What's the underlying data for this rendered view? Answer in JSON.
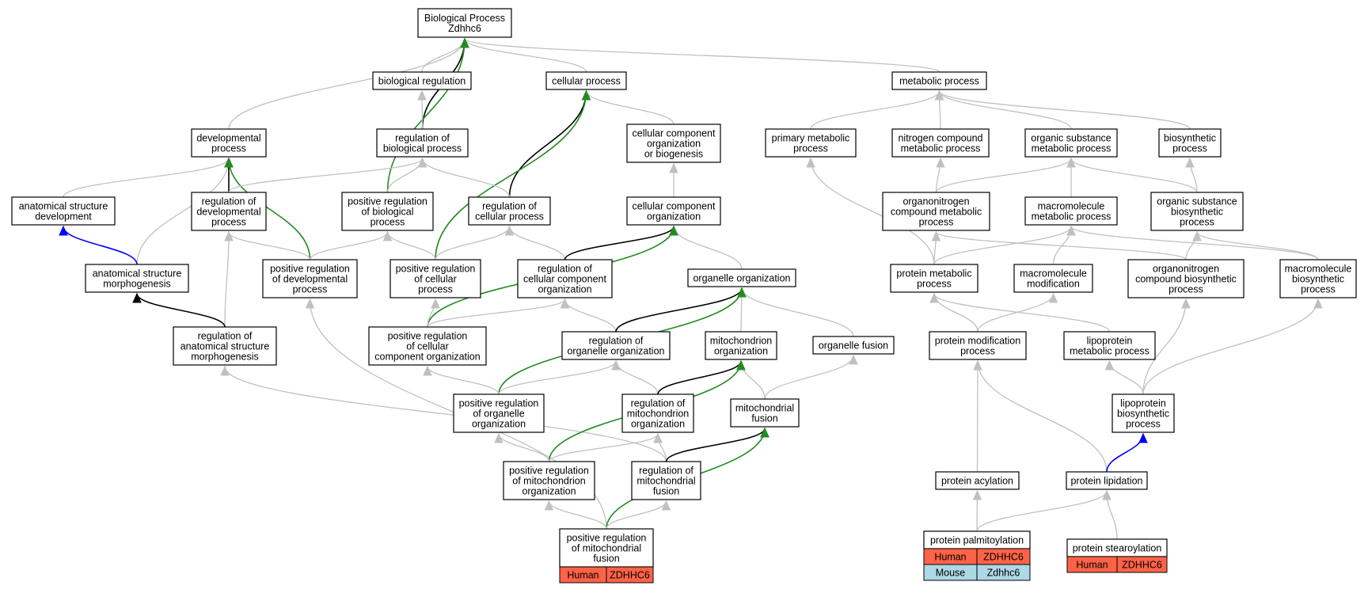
{
  "graph": {
    "colors": {
      "node_border": "#000000",
      "edge_default": "#c0c0c0",
      "edge_black": "#000000",
      "edge_green": "#228b22",
      "edge_blue": "#0000ff",
      "human_cell": "#ff6347",
      "mouse_cell": "#add8e6"
    },
    "nodes": [
      {
        "id": "bp_root",
        "lines": [
          "Biological Process",
          "Zdhhc6"
        ]
      },
      {
        "id": "biological_regulation",
        "lines": [
          "biological regulation"
        ]
      },
      {
        "id": "cellular_process",
        "lines": [
          "cellular process"
        ]
      },
      {
        "id": "metabolic_process",
        "lines": [
          "metabolic process"
        ]
      },
      {
        "id": "developmental_process",
        "lines": [
          "developmental",
          "process"
        ]
      },
      {
        "id": "regulation_of_biological_process",
        "lines": [
          "regulation of",
          "biological process"
        ]
      },
      {
        "id": "cellular_component_organization_or_biogenesis",
        "lines": [
          "cellular component",
          "organization",
          "or biogenesis"
        ]
      },
      {
        "id": "primary_metabolic_process",
        "lines": [
          "primary metabolic",
          "process"
        ]
      },
      {
        "id": "nitrogen_compound_metabolic_process",
        "lines": [
          "nitrogen compound",
          "metabolic process"
        ]
      },
      {
        "id": "organic_substance_metabolic_process",
        "lines": [
          "organic substance",
          "metabolic process"
        ]
      },
      {
        "id": "biosynthetic_process",
        "lines": [
          "biosynthetic",
          "process"
        ]
      },
      {
        "id": "anatomical_structure_development",
        "lines": [
          "anatomical structure",
          "development"
        ]
      },
      {
        "id": "regulation_of_developmental_process",
        "lines": [
          "regulation of",
          "developmental",
          "process"
        ]
      },
      {
        "id": "positive_regulation_of_biological_process",
        "lines": [
          "positive regulation",
          "of biological",
          "process"
        ]
      },
      {
        "id": "regulation_of_cellular_process",
        "lines": [
          "regulation of",
          "cellular process"
        ]
      },
      {
        "id": "cellular_component_organization",
        "lines": [
          "cellular component",
          "organization"
        ]
      },
      {
        "id": "organonitrogen_compound_metabolic_process",
        "lines": [
          "organonitrogen",
          "compound metabolic",
          "process"
        ]
      },
      {
        "id": "macromolecule_metabolic_process",
        "lines": [
          "macromolecule",
          "metabolic process"
        ]
      },
      {
        "id": "organic_substance_biosynthetic_process",
        "lines": [
          "organic substance",
          "biosynthetic",
          "process"
        ]
      },
      {
        "id": "anatomical_structure_morphogenesis",
        "lines": [
          "anatomical structure",
          "morphogenesis"
        ]
      },
      {
        "id": "positive_regulation_of_developmental_process",
        "lines": [
          "positive regulation",
          "of developmental",
          "process"
        ]
      },
      {
        "id": "positive_regulation_of_cellular_process",
        "lines": [
          "positive regulation",
          "of cellular",
          "process"
        ]
      },
      {
        "id": "regulation_of_cellular_component_organization",
        "lines": [
          "regulation of",
          "cellular component",
          "organization"
        ]
      },
      {
        "id": "organelle_organization",
        "lines": [
          "organelle organization"
        ]
      },
      {
        "id": "protein_metabolic_process",
        "lines": [
          "protein metabolic",
          "process"
        ]
      },
      {
        "id": "macromolecule_modification",
        "lines": [
          "macromolecule",
          "modification"
        ]
      },
      {
        "id": "organonitrogen_compound_biosynthetic_process",
        "lines": [
          "organonitrogen",
          "compound biosynthetic",
          "process"
        ]
      },
      {
        "id": "macromolecule_biosynthetic_process",
        "lines": [
          "macromolecule",
          "biosynthetic",
          "process"
        ]
      },
      {
        "id": "regulation_of_anatomical_structure_morphogenesis",
        "lines": [
          "regulation of",
          "anatomical structure",
          "morphogenesis"
        ]
      },
      {
        "id": "positive_regulation_of_cellular_component_organization",
        "lines": [
          "positive regulation",
          "of cellular",
          "component organization"
        ]
      },
      {
        "id": "regulation_of_organelle_organization",
        "lines": [
          "regulation of",
          "organelle organization"
        ]
      },
      {
        "id": "mitochondrion_organization",
        "lines": [
          "mitochondrion",
          "organization"
        ]
      },
      {
        "id": "organelle_fusion",
        "lines": [
          "organelle fusion"
        ]
      },
      {
        "id": "protein_modification_process",
        "lines": [
          "protein modification",
          "process"
        ]
      },
      {
        "id": "lipoprotein_metabolic_process",
        "lines": [
          "lipoprotein",
          "metabolic process"
        ]
      },
      {
        "id": "positive_regulation_of_organelle_organization",
        "lines": [
          "positive regulation",
          "of organelle",
          "organization"
        ]
      },
      {
        "id": "regulation_of_mitochondrion_organization",
        "lines": [
          "regulation of",
          "mitochondrion",
          "organization"
        ]
      },
      {
        "id": "mitochondrial_fusion",
        "lines": [
          "mitochondrial",
          "fusion"
        ]
      },
      {
        "id": "lipoprotein_biosynthetic_process",
        "lines": [
          "lipoprotein",
          "biosynthetic",
          "process"
        ]
      },
      {
        "id": "positive_regulation_of_mitochondrion_organization",
        "lines": [
          "positive regulation",
          "of mitochondrion",
          "organization"
        ]
      },
      {
        "id": "regulation_of_mitochondrial_fusion",
        "lines": [
          "regulation of",
          "mitochondrial",
          "fusion"
        ]
      },
      {
        "id": "protein_acylation",
        "lines": [
          "protein acylation"
        ]
      },
      {
        "id": "protein_lipidation",
        "lines": [
          "protein lipidation"
        ]
      },
      {
        "id": "positive_regulation_of_mitochondrial_fusion",
        "lines": [
          "positive regulation",
          "of mitochondrial",
          "fusion"
        ],
        "annotations": [
          [
            "Human",
            "ZDHHC6"
          ]
        ]
      },
      {
        "id": "protein_palmitoylation",
        "lines": [
          "protein palmitoylation"
        ],
        "annotations": [
          [
            "Human",
            "ZDHHC6"
          ],
          [
            "Mouse",
            "Zdhhc6"
          ]
        ]
      },
      {
        "id": "protein_stearoylation",
        "lines": [
          "protein stearoylation"
        ],
        "annotations": [
          [
            "Human",
            "ZDHHC6"
          ]
        ]
      }
    ],
    "edges": [
      {
        "from": "biological_regulation",
        "to": "bp_root",
        "color": "gray"
      },
      {
        "from": "cellular_process",
        "to": "bp_root",
        "color": "gray"
      },
      {
        "from": "metabolic_process",
        "to": "bp_root",
        "color": "gray"
      },
      {
        "from": "developmental_process",
        "to": "bp_root",
        "color": "gray"
      },
      {
        "from": "regulation_of_biological_process",
        "to": "bp_root",
        "color": "black"
      },
      {
        "from": "positive_regulation_of_biological_process",
        "to": "bp_root",
        "color": "green"
      },
      {
        "from": "regulation_of_biological_process",
        "to": "biological_regulation",
        "color": "gray"
      },
      {
        "from": "cellular_component_organization_or_biogenesis",
        "to": "cellular_process",
        "color": "gray"
      },
      {
        "from": "regulation_of_cellular_process",
        "to": "cellular_process",
        "color": "black"
      },
      {
        "from": "positive_regulation_of_cellular_process",
        "to": "cellular_process",
        "color": "green"
      },
      {
        "from": "primary_metabolic_process",
        "to": "metabolic_process",
        "color": "gray"
      },
      {
        "from": "nitrogen_compound_metabolic_process",
        "to": "metabolic_process",
        "color": "gray"
      },
      {
        "from": "organic_substance_metabolic_process",
        "to": "metabolic_process",
        "color": "gray"
      },
      {
        "from": "biosynthetic_process",
        "to": "metabolic_process",
        "color": "gray"
      },
      {
        "from": "anatomical_structure_development",
        "to": "developmental_process",
        "color": "gray"
      },
      {
        "from": "anatomical_structure_morphogenesis",
        "to": "developmental_process",
        "color": "gray"
      },
      {
        "from": "regulation_of_developmental_process",
        "to": "developmental_process",
        "color": "black"
      },
      {
        "from": "positive_regulation_of_developmental_process",
        "to": "developmental_process",
        "color": "green"
      },
      {
        "from": "regulation_of_developmental_process",
        "to": "regulation_of_biological_process",
        "color": "gray"
      },
      {
        "from": "positive_regulation_of_biological_process",
        "to": "regulation_of_biological_process",
        "color": "gray"
      },
      {
        "from": "regulation_of_cellular_process",
        "to": "regulation_of_biological_process",
        "color": "gray"
      },
      {
        "from": "cellular_component_organization",
        "to": "cellular_component_organization_or_biogenesis",
        "color": "gray"
      },
      {
        "from": "protein_metabolic_process",
        "to": "primary_metabolic_process",
        "color": "gray"
      },
      {
        "from": "organonitrogen_compound_metabolic_process",
        "to": "nitrogen_compound_metabolic_process",
        "color": "gray"
      },
      {
        "from": "organonitrogen_compound_metabolic_process",
        "to": "organic_substance_metabolic_process",
        "color": "gray"
      },
      {
        "from": "macromolecule_metabolic_process",
        "to": "organic_substance_metabolic_process",
        "color": "gray"
      },
      {
        "from": "organic_substance_biosynthetic_process",
        "to": "organic_substance_metabolic_process",
        "color": "gray"
      },
      {
        "from": "organic_substance_biosynthetic_process",
        "to": "biosynthetic_process",
        "color": "gray"
      },
      {
        "from": "anatomical_structure_morphogenesis",
        "to": "anatomical_structure_development",
        "color": "blue"
      },
      {
        "from": "regulation_of_anatomical_structure_morphogenesis",
        "to": "regulation_of_developmental_process",
        "color": "gray"
      },
      {
        "from": "positive_regulation_of_developmental_process",
        "to": "regulation_of_developmental_process",
        "color": "gray"
      },
      {
        "from": "positive_regulation_of_developmental_process",
        "to": "positive_regulation_of_biological_process",
        "color": "gray"
      },
      {
        "from": "positive_regulation_of_cellular_process",
        "to": "positive_regulation_of_biological_process",
        "color": "gray"
      },
      {
        "from": "positive_regulation_of_cellular_process",
        "to": "regulation_of_cellular_process",
        "color": "gray"
      },
      {
        "from": "regulation_of_cellular_component_organization",
        "to": "regulation_of_cellular_process",
        "color": "gray"
      },
      {
        "from": "regulation_of_cellular_component_organization",
        "to": "cellular_component_organization",
        "color": "black"
      },
      {
        "from": "organelle_organization",
        "to": "cellular_component_organization",
        "color": "gray"
      },
      {
        "from": "positive_regulation_of_cellular_component_organization",
        "to": "cellular_component_organization",
        "color": "green"
      },
      {
        "from": "protein_metabolic_process",
        "to": "organonitrogen_compound_metabolic_process",
        "color": "gray"
      },
      {
        "from": "protein_metabolic_process",
        "to": "macromolecule_metabolic_process",
        "color": "gray"
      },
      {
        "from": "macromolecule_modification",
        "to": "macromolecule_metabolic_process",
        "color": "gray"
      },
      {
        "from": "organonitrogen_compound_biosynthetic_process",
        "to": "organonitrogen_compound_metabolic_process",
        "color": "gray"
      },
      {
        "from": "macromolecule_biosynthetic_process",
        "to": "macromolecule_metabolic_process",
        "color": "gray"
      },
      {
        "from": "organonitrogen_compound_biosynthetic_process",
        "to": "organic_substance_biosynthetic_process",
        "color": "gray"
      },
      {
        "from": "macromolecule_biosynthetic_process",
        "to": "organic_substance_biosynthetic_process",
        "color": "gray"
      },
      {
        "from": "regulation_of_anatomical_structure_morphogenesis",
        "to": "anatomical_structure_morphogenesis",
        "color": "black"
      },
      {
        "from": "positive_regulation_of_cellular_component_organization",
        "to": "positive_regulation_of_cellular_process",
        "color": "gray"
      },
      {
        "from": "positive_regulation_of_cellular_component_organization",
        "to": "regulation_of_cellular_component_organization",
        "color": "gray"
      },
      {
        "from": "regulation_of_organelle_organization",
        "to": "regulation_of_cellular_component_organization",
        "color": "gray"
      },
      {
        "from": "regulation_of_organelle_organization",
        "to": "organelle_organization",
        "color": "black"
      },
      {
        "from": "mitochondrion_organization",
        "to": "organelle_organization",
        "color": "gray"
      },
      {
        "from": "organelle_fusion",
        "to": "organelle_organization",
        "color": "gray"
      },
      {
        "from": "positive_regulation_of_organelle_organization",
        "to": "organelle_organization",
        "color": "green"
      },
      {
        "from": "protein_modification_process",
        "to": "protein_metabolic_process",
        "color": "gray"
      },
      {
        "from": "protein_modification_process",
        "to": "macromolecule_modification",
        "color": "gray"
      },
      {
        "from": "lipoprotein_metabolic_process",
        "to": "protein_metabolic_process",
        "color": "gray"
      },
      {
        "from": "lipoprotein_biosynthetic_process",
        "to": "organonitrogen_compound_biosynthetic_process",
        "color": "gray"
      },
      {
        "from": "lipoprotein_biosynthetic_process",
        "to": "macromolecule_biosynthetic_process",
        "color": "gray"
      },
      {
        "from": "positive_regulation_of_mitochondrial_fusion",
        "to": "positive_regulation_of_developmental_process",
        "color": "gray"
      },
      {
        "from": "regulation_of_mitochondrial_fusion",
        "to": "regulation_of_anatomical_structure_morphogenesis",
        "color": "gray"
      },
      {
        "from": "positive_regulation_of_organelle_organization",
        "to": "positive_regulation_of_cellular_component_organization",
        "color": "gray"
      },
      {
        "from": "positive_regulation_of_organelle_organization",
        "to": "regulation_of_organelle_organization",
        "color": "gray"
      },
      {
        "from": "regulation_of_mitochondrion_organization",
        "to": "regulation_of_organelle_organization",
        "color": "gray"
      },
      {
        "from": "regulation_of_mitochondrion_organization",
        "to": "mitochondrion_organization",
        "color": "black"
      },
      {
        "from": "mitochondrial_fusion",
        "to": "mitochondrion_organization",
        "color": "gray"
      },
      {
        "from": "positive_regulation_of_mitochondrion_organization",
        "to": "mitochondrion_organization",
        "color": "green"
      },
      {
        "from": "mitochondrial_fusion",
        "to": "organelle_fusion",
        "color": "gray"
      },
      {
        "from": "lipoprotein_biosynthetic_process",
        "to": "lipoprotein_metabolic_process",
        "color": "gray"
      },
      {
        "from": "protein_acylation",
        "to": "protein_modification_process",
        "color": "gray"
      },
      {
        "from": "protein_lipidation",
        "to": "protein_modification_process",
        "color": "gray"
      },
      {
        "from": "positive_regulation_of_mitochondrion_organization",
        "to": "positive_regulation_of_organelle_organization",
        "color": "gray"
      },
      {
        "from": "positive_regulation_of_mitochondrion_organization",
        "to": "regulation_of_mitochondrion_organization",
        "color": "gray"
      },
      {
        "from": "regulation_of_mitochondrial_fusion",
        "to": "regulation_of_mitochondrion_organization",
        "color": "gray"
      },
      {
        "from": "regulation_of_mitochondrial_fusion",
        "to": "mitochondrial_fusion",
        "color": "black"
      },
      {
        "from": "positive_regulation_of_mitochondrial_fusion",
        "to": "mitochondrial_fusion",
        "color": "green"
      },
      {
        "from": "protein_lipidation",
        "to": "lipoprotein_biosynthetic_process",
        "color": "blue"
      },
      {
        "from": "positive_regulation_of_mitochondrial_fusion",
        "to": "positive_regulation_of_mitochondrion_organization",
        "color": "gray"
      },
      {
        "from": "positive_regulation_of_mitochondrial_fusion",
        "to": "regulation_of_mitochondrial_fusion",
        "color": "gray"
      },
      {
        "from": "protein_palmitoylation",
        "to": "protein_acylation",
        "color": "gray"
      },
      {
        "from": "protein_palmitoylation",
        "to": "protein_lipidation",
        "color": "gray"
      },
      {
        "from": "protein_stearoylation",
        "to": "protein_lipidation",
        "color": "gray"
      }
    ]
  }
}
